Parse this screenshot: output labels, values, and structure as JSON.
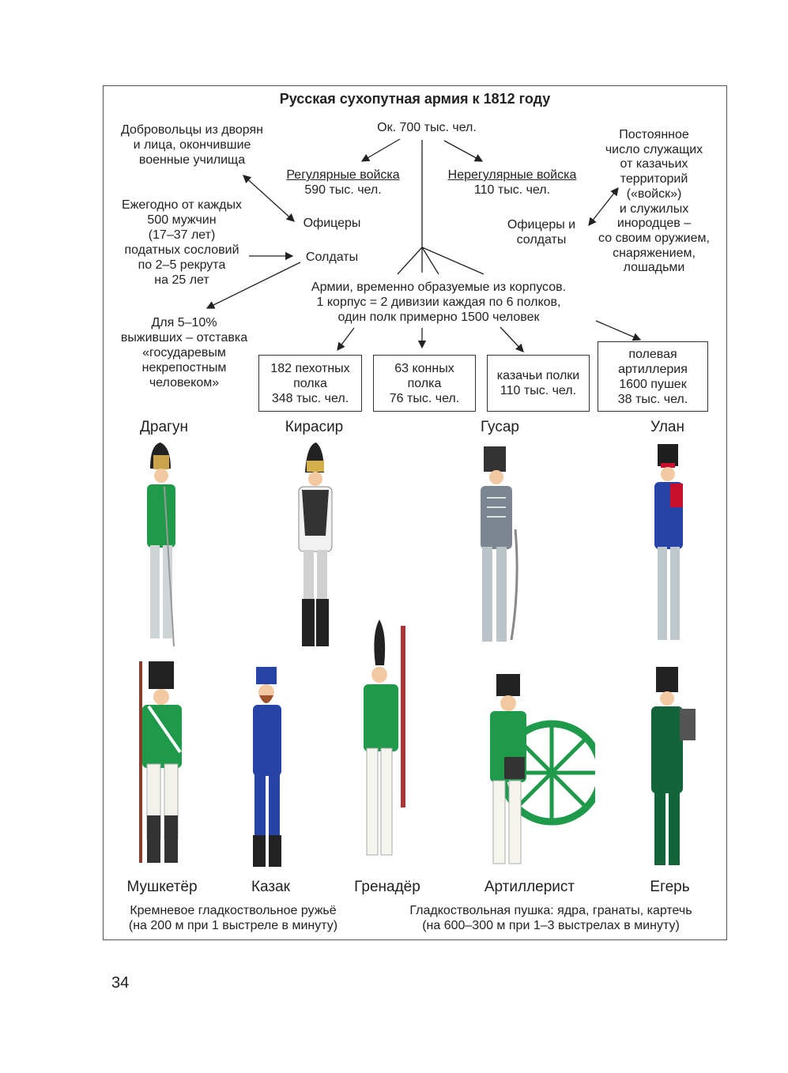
{
  "title": "Русская сухопутная армия к 1812 году",
  "total": "Ок. 700 тыс. чел.",
  "volunteers": [
    "Добровольцы из дворян",
    "и лица, окончившие",
    "военные училища"
  ],
  "regular": {
    "label": "Регулярные войска",
    "value": "590 тыс. чел."
  },
  "irregular": {
    "label": "Нерегулярные войска",
    "value": "110 тыс. чел."
  },
  "officers": "Офицеры",
  "soldiers": "Солдаты",
  "recruitment": [
    "Ежегодно от каждых",
    "500 мужчин",
    "(17–37 лет)",
    "податных сословий",
    "по 2–5 рекрута",
    "на 25 лет"
  ],
  "retirement": [
    "Для 5–10%",
    "выживших – отставка",
    "«государевым",
    "некрепостным",
    "человеком»"
  ],
  "irregular_members": [
    "Офицеры и",
    "солдаты"
  ],
  "cossack_source": [
    "Постоянное",
    "число служащих",
    "от казачьих",
    "территорий",
    "(«войск»)",
    "и служилых",
    "инородцев –",
    "со своим оружием,",
    "снаряжением,",
    "лошадьми"
  ],
  "armies": [
    "Армии, временно образуемые из корпусов.",
    "1 корпус = 2 дивизии каждая по 6 полков,",
    "один полк примерно 1500 человек"
  ],
  "boxes": [
    [
      "182 пехотных",
      "полка",
      "348 тыс. чел."
    ],
    [
      "63 конных",
      "полка",
      "76 тыс. чел."
    ],
    [
      "казачьи полки",
      "110 тыс. чел."
    ],
    [
      "полевая",
      "артиллерия",
      "1600 пушек",
      "38 тыс. чел."
    ]
  ],
  "troops_top": [
    "Драгун",
    "Кирасир",
    "Гусар",
    "Улан"
  ],
  "troops_bottom": [
    "Мушкетёр",
    "Казак",
    "Гренадёр",
    "Артиллерист",
    "Егерь"
  ],
  "musket_note": [
    "Кремневое гладкоствольное ружьё",
    "(на 200 м при 1 выстреле в минуту)"
  ],
  "cannon_note": [
    "Гладкоствольная пушка: ядра, гранаты, картечь",
    "(на 600–300 м при 1–3 выстрелах в минуту)"
  ],
  "page_number": "34"
}
